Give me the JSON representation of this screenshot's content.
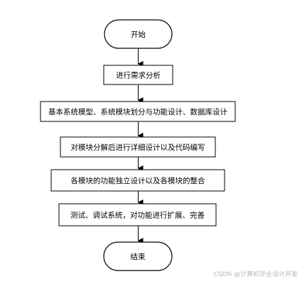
{
  "flowchart": {
    "start": "开始",
    "steps": [
      "进行需求分析",
      "基本系统模型、系统模块划分与功能设计、数据库设计",
      "对模块分解后进行详细设计以及代码编写",
      "各模块的功能独立设计以及各模块的整合",
      "测试、调试系统，对功能进行扩展、完善"
    ],
    "end": "结束"
  },
  "watermark": "CSDN @计算机毕业设计开发",
  "colors": {
    "box_fill": "#ffffff",
    "box_stroke": "#000000",
    "arrow": "#000000",
    "watermark": "#b8b8b8"
  }
}
